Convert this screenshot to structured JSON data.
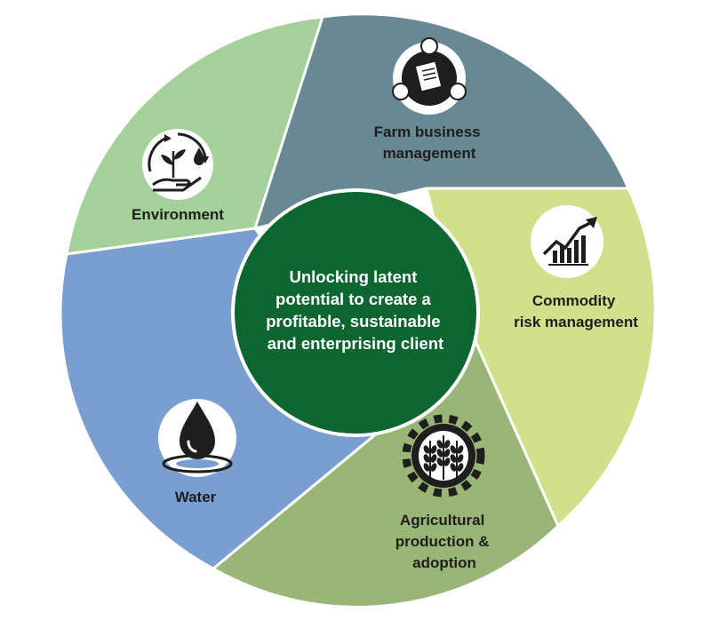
{
  "center": {
    "lines": [
      "Unlocking latent",
      "potential to create a",
      "profitable, sustainable",
      "and enterprising client"
    ],
    "color": "#0d6530"
  },
  "segments": [
    {
      "key": "farm",
      "label_lines": [
        "Farm business",
        "management"
      ],
      "color": "#688894",
      "icon": "meeting-table-icon"
    },
    {
      "key": "commodity",
      "label_lines": [
        "Commodity",
        "risk management"
      ],
      "color": "#d3e08b",
      "icon": "rising-bar-chart-icon"
    },
    {
      "key": "agri",
      "label_lines": [
        "Agricultural",
        "production &",
        "adoption"
      ],
      "color": "#9ab676",
      "icon": "wheat-gear-icon"
    },
    {
      "key": "water",
      "label_lines": [
        "Water"
      ],
      "color": "#7b9ed0",
      "icon": "water-drop-icon"
    },
    {
      "key": "environment",
      "label_lines": [
        "Environment"
      ],
      "color": "#a4d09a",
      "icon": "plant-in-hand-icon"
    }
  ]
}
